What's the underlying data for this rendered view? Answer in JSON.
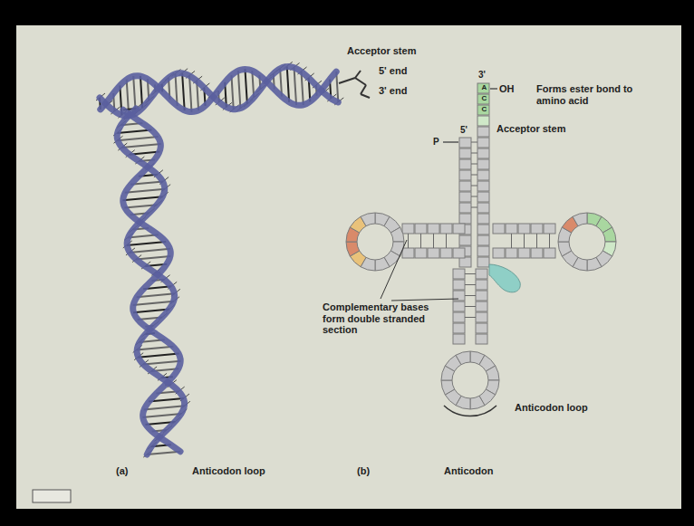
{
  "diagram": {
    "labels": [
      "Acceptor stem",
      "5' end",
      "3' end",
      "(a)",
      "Anticodon loop",
      "3'",
      "OH",
      "Forms ester bond to amino acid",
      "5'",
      "P",
      "Acceptor stem",
      "Complementary bases form double stranded section",
      "Anticodon loop",
      "(b)",
      "Anticodon",
      "A",
      "C",
      "C"
    ]
  }
}
